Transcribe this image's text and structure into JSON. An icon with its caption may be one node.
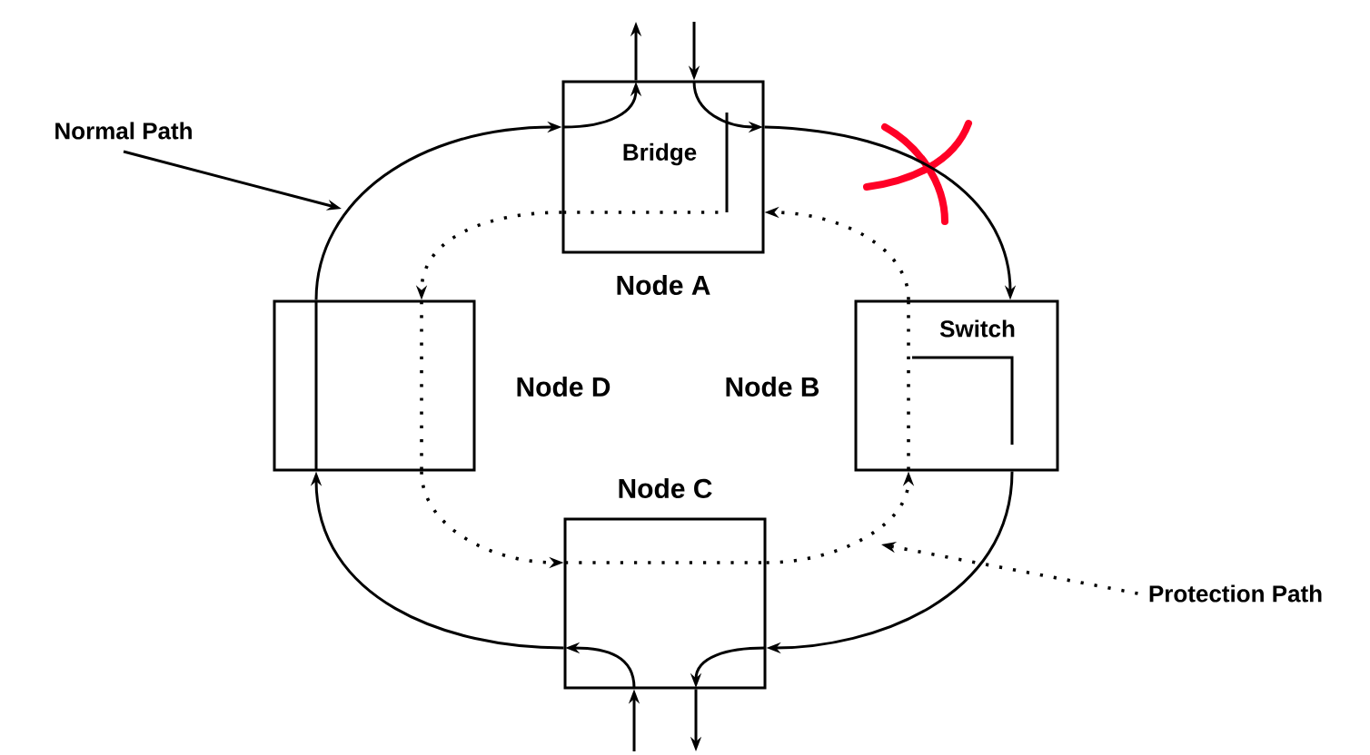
{
  "diagram": {
    "nodes": [
      {
        "text": [
          "Bridge",
          "Node A"
        ]
      },
      {
        "text": [
          "Switch",
          "Node B"
        ]
      },
      {
        "text": [
          "Node C"
        ]
      },
      {
        "text": [
          "Node D"
        ]
      },
      {
        "text": [
          "Normal Path"
        ]
      },
      {
        "text": [
          "Protection Path"
        ]
      }
    ],
    "edges": [
      {
        "from": 0,
        "to": 1,
        "arrow": "to"
      },
      {
        "from": 1,
        "to": 2,
        "arrow": "to"
      },
      {
        "from": 2,
        "to": 3,
        "arrow": "to"
      },
      {
        "from": 3,
        "to": 0,
        "arrow": "to"
      },
      {
        "from": 0,
        "to": 3,
        "arrow": "to",
        "style": "dashed"
      },
      {
        "from": 3,
        "to": 2,
        "arrow": "to",
        "style": "dashed"
      },
      {
        "from": 2,
        "to": 1,
        "arrow": "to",
        "style": "dashed"
      },
      {
        "from": 1,
        "to": 0,
        "arrow": "to",
        "style": "dashed"
      },
      {
        "from": 0,
        "to": null,
        "arrow": "to"
      },
      {
        "from": null,
        "to": 0,
        "arrow": "to"
      },
      {
        "from": null,
        "to": 2,
        "arrow": "to"
      },
      {
        "from": 2,
        "to": null,
        "arrow": "to"
      },
      {
        "from": 4,
        "to": null,
        "arrow": "to"
      },
      {
        "from": 5,
        "to": null,
        "arrow": "to",
        "style": "dashed"
      }
    ]
  }
}
